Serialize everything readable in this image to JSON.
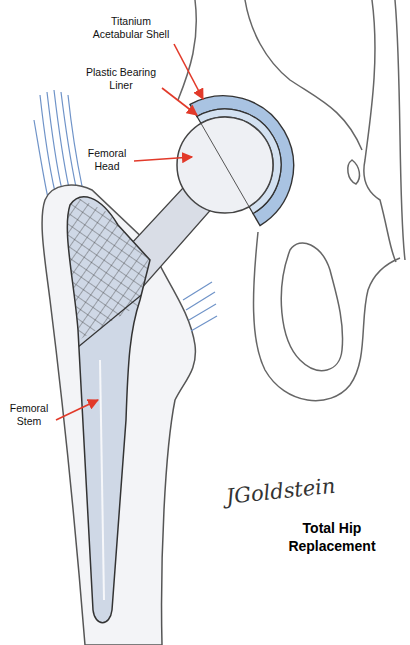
{
  "diagram": {
    "title": "Total Hip Replacement",
    "labels": [
      "Titanium Acetabular Shell",
      "Plastic Bearing Liner",
      "Femoral Head",
      "Femoral Stem",
      "JGoldstein"
    ]
  }
}
